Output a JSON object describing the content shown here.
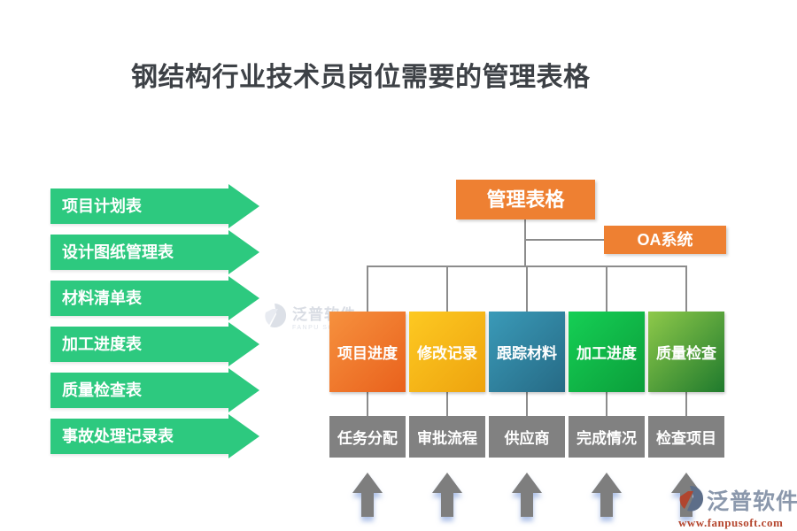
{
  "title": "钢结构行业技术员岗位需要的管理表格",
  "left_arrows": [
    {
      "label": "项目计划表"
    },
    {
      "label": "设计图纸管理表"
    },
    {
      "label": "材料清单表"
    },
    {
      "label": "加工进度表"
    },
    {
      "label": "质量检查表"
    },
    {
      "label": "事故处理记录表"
    }
  ],
  "org_chart": {
    "root_label": "管理表格",
    "oa_label": "OA系统",
    "columns": [
      {
        "category": "项目进度",
        "item": "任务分配",
        "color_from": "#f6913e",
        "color_to": "#e9611c"
      },
      {
        "category": "修改记录",
        "item": "审批流程",
        "color_from": "#fdc922",
        "color_to": "#eea30e"
      },
      {
        "category": "跟踪材料",
        "item": "供应商",
        "color_from": "#3a9ab8",
        "color_to": "#266a85"
      },
      {
        "category": "加工进度",
        "item": "完成情况",
        "color_from": "#15cf55",
        "color_to": "#0b9e3a"
      },
      {
        "category": "质量检查",
        "item": "检查项目",
        "color_from": "#8ec94a",
        "color_to": "#1f7a2d"
      }
    ]
  },
  "watermark": {
    "name": "泛普软件",
    "subname": "FANPU SOFTWARE"
  },
  "footer_logo": {
    "name": "泛普软件",
    "url": "www.fanpusoft.com"
  },
  "colors": {
    "title_text": "#3d4146",
    "arrow_green": "#2dc97f",
    "org_orange": "#ee8032",
    "connector_gray": "#8c8c8c",
    "item_box_gray": "#818181",
    "up_arrow_gray": "#7e7e7e",
    "logo_text": "#8b98ac",
    "logo_url": "#b5462e"
  }
}
